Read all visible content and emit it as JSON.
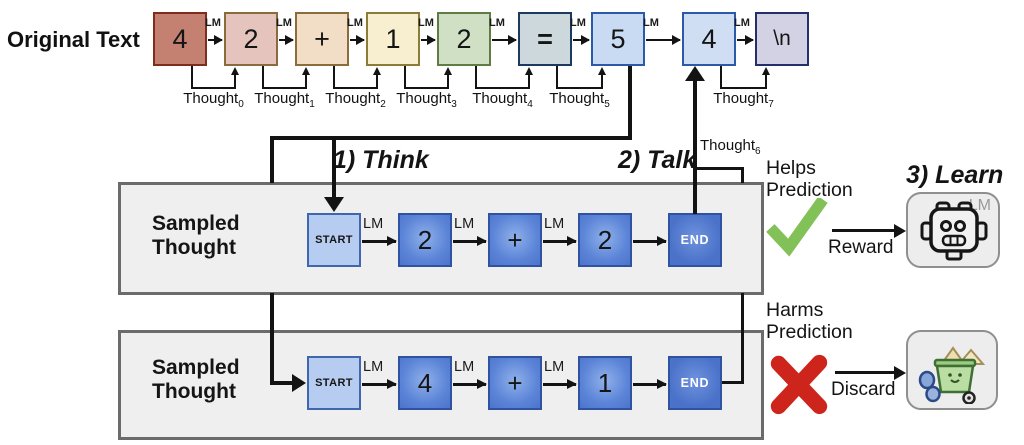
{
  "title_label": "Original Text",
  "lm_label": "LM",
  "top_row": {
    "thought_base": "Thought",
    "thought_subs": [
      "0",
      "1",
      "2",
      "3",
      "4",
      "5",
      "6",
      "7"
    ],
    "tokens": [
      {
        "text": "4",
        "fill": "#c48172",
        "border": "#7e2c1d"
      },
      {
        "text": "2",
        "fill": "#e6c4be",
        "border": "#8a6b3c"
      },
      {
        "text": "+",
        "fill": "#f2dec6",
        "border": "#8a6d3a"
      },
      {
        "text": "1",
        "fill": "#f7efcf",
        "border": "#8c7c36"
      },
      {
        "text": "2",
        "fill": "#cfe0c5",
        "border": "#5f7d42"
      },
      {
        "text": "=",
        "fill": "#ccd8db",
        "border": "#1c3a60"
      },
      {
        "text": "5",
        "fill": "#c9daf3",
        "border": "#2d5aa8"
      },
      {
        "text": "4",
        "fill": "#cfdef3",
        "border": "#2d5aa8"
      },
      {
        "text": "\\n",
        "fill": "#d3d1e4",
        "border": "#23306b"
      }
    ]
  },
  "steps": {
    "think": "1) Think",
    "talk": "2) Talk",
    "learn": "3) Learn"
  },
  "thought_rows": [
    {
      "title": "Sampled Thought",
      "tokens": [
        "START",
        "2",
        "+",
        "2",
        "END"
      ]
    },
    {
      "title": "Sampled Thought",
      "tokens": [
        "START",
        "4",
        "+",
        "1",
        "END"
      ]
    }
  ],
  "outcome_helps": {
    "text": "Helps Prediction",
    "action": "Reward"
  },
  "outcome_harms": {
    "text": "Harms Prediction",
    "action": "Discard"
  },
  "colors": {
    "accent_green": "#567a2e",
    "check": "#82c158",
    "cross": "#cd241b"
  }
}
